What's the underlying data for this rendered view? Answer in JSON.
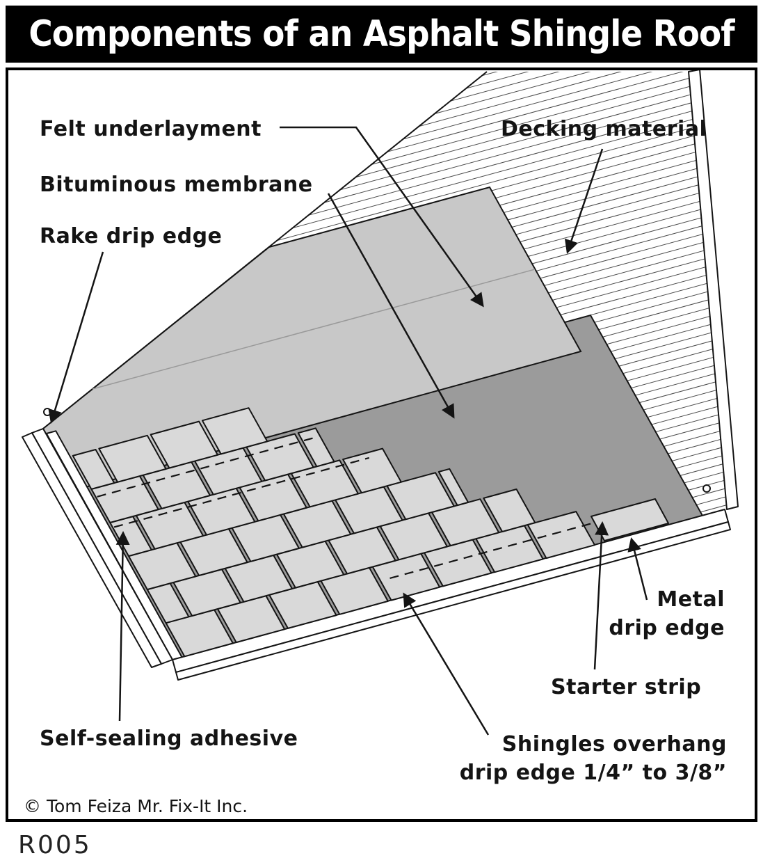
{
  "title": "Components of an Asphalt Shingle Roof",
  "labels": {
    "felt": "Felt underlayment",
    "decking": "Decking material",
    "membrane": "Bituminous membrane",
    "rake": "Rake drip edge",
    "metal_line1": "Metal",
    "metal_line2": "drip edge",
    "starter": "Starter strip",
    "adhesive": "Self-sealing adhesive",
    "overhang_line1": "Shingles overhang",
    "overhang_line2": "drip edge 1/4” to 3/8”",
    "copyright": "© Tom Feiza Mr. Fix-It Inc.",
    "code": "R005"
  },
  "colors": {
    "title_bg": "#000000",
    "title_text": "#ffffff",
    "felt": "#c8c8c8",
    "membrane": "#9b9b9b",
    "shingle": "#d9d9d9"
  }
}
